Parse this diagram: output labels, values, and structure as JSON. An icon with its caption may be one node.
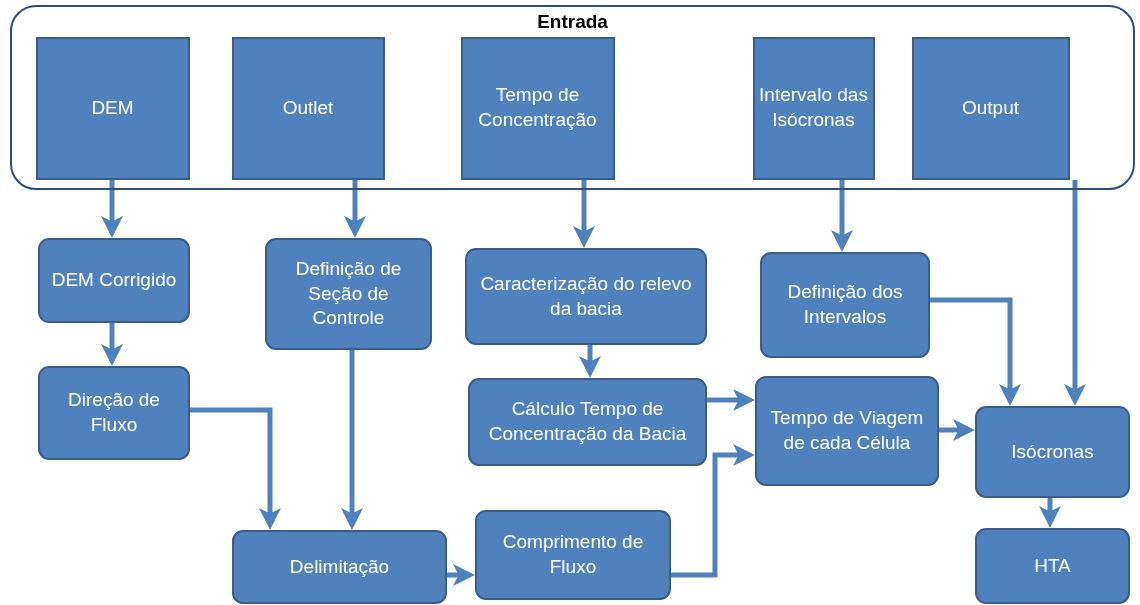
{
  "diagram": {
    "nodes": [
      {
        "text": [
          "Entrada"
        ]
      },
      {
        "text": [
          "DEM"
        ],
        "in": 0
      },
      {
        "text": [
          "Outlet"
        ],
        "in": 0
      },
      {
        "text": [
          "Tempo de Concentração"
        ],
        "in": 0
      },
      {
        "text": [
          "Intervalo das Isócronas"
        ],
        "in": 0
      },
      {
        "text": [
          "Output"
        ],
        "in": 0
      },
      {
        "text": [
          "DEM Corrigido"
        ]
      },
      {
        "text": [
          "Definição de Seção de Controle"
        ]
      },
      {
        "text": [
          "Caracterização do relevo da bacia"
        ]
      },
      {
        "text": [
          "Definição dos Intervalos"
        ]
      },
      {
        "text": [
          "Direção de Fluxo"
        ]
      },
      {
        "text": [
          "Cálculo Tempo de Concentração da Bacia"
        ]
      },
      {
        "text": [
          "Tempo de Viagem de cada Célula"
        ]
      },
      {
        "text": [
          "Isócronas"
        ]
      },
      {
        "text": [
          "Delimitação"
        ]
      },
      {
        "text": [
          "Comprimento de Fluxo"
        ]
      },
      {
        "text": [
          "HTA"
        ]
      }
    ],
    "edges": [
      {
        "from": 1,
        "to": 6,
        "arrow": "to"
      },
      {
        "from": 2,
        "to": 7,
        "arrow": "to"
      },
      {
        "from": 3,
        "to": 8,
        "arrow": "to"
      },
      {
        "from": 4,
        "to": 9,
        "arrow": "to"
      },
      {
        "from": 5,
        "to": 13,
        "arrow": "to"
      },
      {
        "from": 6,
        "to": 10,
        "arrow": "to"
      },
      {
        "from": 7,
        "to": 14,
        "arrow": "to"
      },
      {
        "from": 10,
        "to": 14,
        "arrow": "to"
      },
      {
        "from": 8,
        "to": 11,
        "arrow": "to"
      },
      {
        "from": 9,
        "to": 13,
        "arrow": "to"
      },
      {
        "from": 11,
        "to": 12,
        "arrow": "to"
      },
      {
        "from": 14,
        "to": 15,
        "arrow": "to"
      },
      {
        "from": 15,
        "to": 12,
        "arrow": "to"
      },
      {
        "from": 12,
        "to": 13,
        "arrow": "to"
      },
      {
        "from": 13,
        "to": 16,
        "arrow": "to"
      }
    ]
  }
}
